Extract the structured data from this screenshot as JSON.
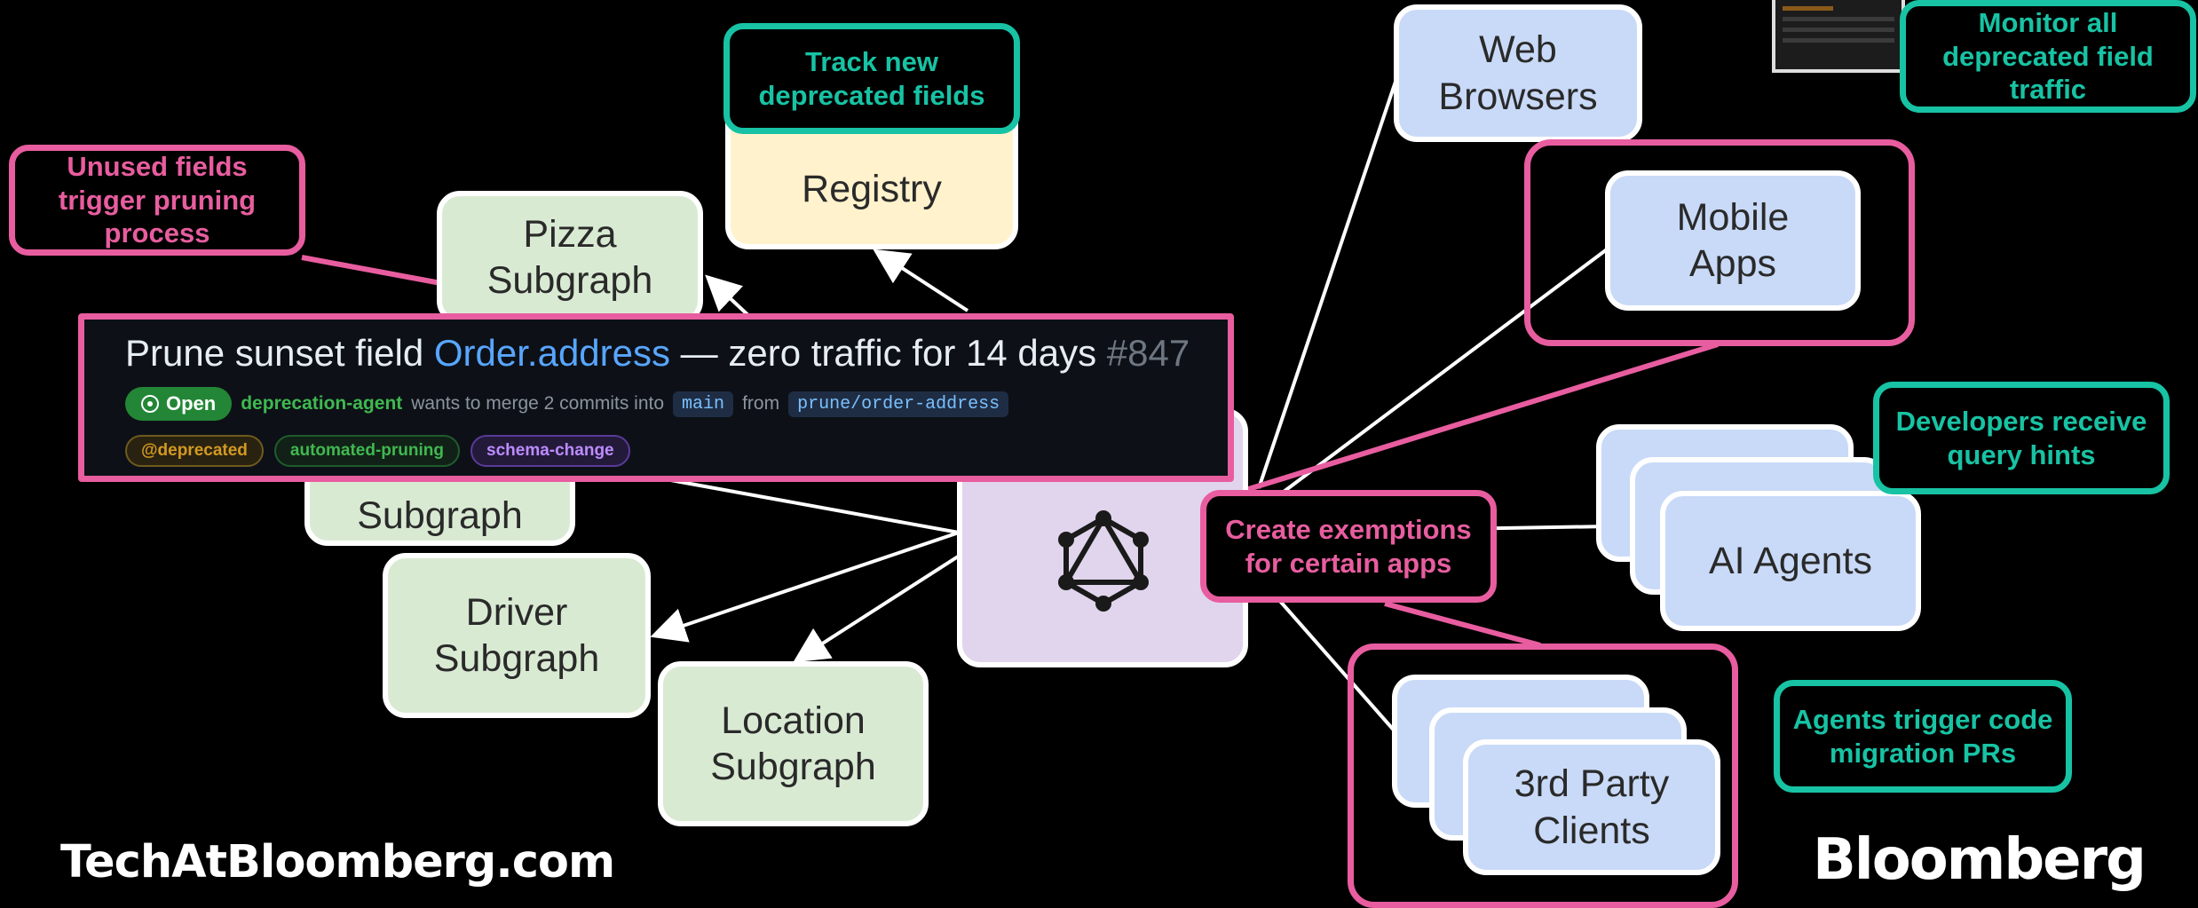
{
  "nodes": {
    "registry": "Registry",
    "pizza": "Pizza Subgraph",
    "hidden_subgraph": "Subgraph",
    "driver": "Driver Subgraph",
    "location": "Location Subgraph",
    "web": "Web Browsers",
    "mobile": "Mobile Apps",
    "ai": "AI Agents",
    "third_party": "3rd Party Clients"
  },
  "callouts": {
    "track": "Track new deprecated fields",
    "unused": "Unused fields trigger pruning process",
    "monitor": "Monitor all deprecated field traffic",
    "developers": "Developers receive query hints",
    "exemptions": "Create exemptions for certain apps",
    "agents": "Agents trigger code migration PRs"
  },
  "pr": {
    "title_prefix": "Prune sunset field ",
    "field": "Order.address",
    "title_suffix": " — zero traffic for 14 days ",
    "number": "#847",
    "status": "Open",
    "author": "deprecation-agent",
    "merge_text": "wants to merge 2 commits into",
    "base_branch": "main",
    "from_text": "from",
    "head_branch": "prune/order-address",
    "labels": [
      "@deprecated",
      "automated-pruning",
      "schema-change"
    ]
  },
  "footer": {
    "left": "TechAtBloomberg.com",
    "right": "Bloomberg"
  },
  "colors": {
    "callout_pink": "#e85d9f",
    "callout_teal": "#17c3a4",
    "subgraph_green": "#d9ead3",
    "client_blue": "#c9daf8",
    "registry_yellow": "#fff2cc",
    "router_purple": "#e0d5ec"
  },
  "icons": [
    "graphql-logo-icon",
    "pr-open-icon"
  ]
}
